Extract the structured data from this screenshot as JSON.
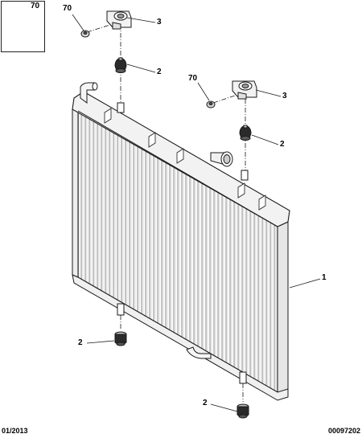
{
  "inset": {
    "label": "70"
  },
  "callouts": {
    "c70a": "70",
    "c3a": "3",
    "c2a": "2",
    "c70b": "70",
    "c3b": "3",
    "c2b": "2",
    "c1": "1",
    "c2c": "2",
    "c2d": "2"
  },
  "footer": {
    "date": "01/2013",
    "code": "00097202"
  },
  "parts": [
    {
      "ref": "1",
      "name": "radiator"
    },
    {
      "ref": "2",
      "name": "rubber-mount"
    },
    {
      "ref": "3",
      "name": "mounting-bracket"
    },
    {
      "ref": "70",
      "name": "screw"
    }
  ],
  "colors": {
    "line": "#1a1a1a",
    "fill": "#ffffff",
    "shade": "#d9d9d9",
    "dark": "#3a3a3a"
  }
}
